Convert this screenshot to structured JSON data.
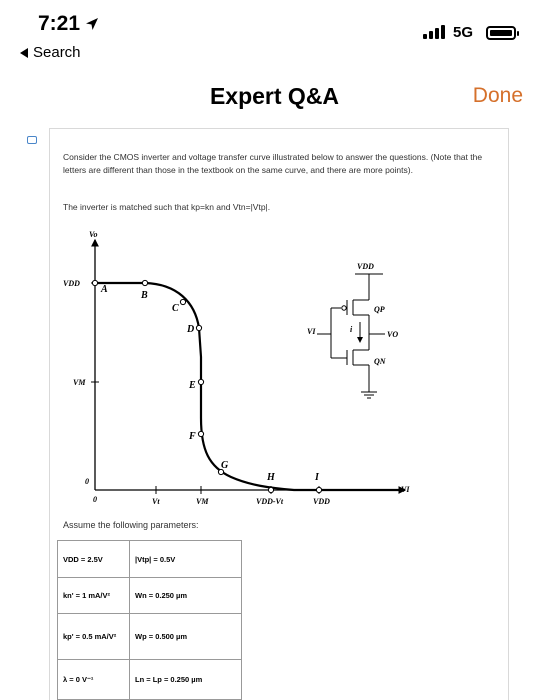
{
  "status_bar": {
    "time": "7:21",
    "back_label": "Search",
    "network": "5G"
  },
  "nav": {
    "title": "Expert Q&A",
    "done_label": "Done",
    "accent_color": "#d5702b"
  },
  "question": {
    "line1": "Consider the CMOS inverter and voltage transfer curve illustrated below to answer the questions. (Note that the letters are different than those in the textbook on the same curve, and there are more points).",
    "line2": "The inverter is matched such that kp=kn and Vtn=|Vtp|."
  },
  "figure": {
    "axis_labels": {
      "y": "Vo",
      "x": "VI",
      "vdd": "VDD",
      "vm": "VM",
      "zero_y": "0",
      "zero_x": "0"
    },
    "x_ticks": [
      "Vt",
      "VM",
      "VDD-Vt",
      "VDD"
    ],
    "points": [
      "A",
      "B",
      "C",
      "D",
      "E",
      "F",
      "G",
      "H",
      "I"
    ],
    "schematic": {
      "supply": "VDD",
      "pmos": "QP",
      "nmos": "QN",
      "input": "VI",
      "output": "VO",
      "current": "i"
    }
  },
  "params": {
    "label": "Assume the following parameters:",
    "rows": [
      [
        "VDD = 2.5V",
        "|Vtp| = 0.5V"
      ],
      [
        "kn' = 1 mA/V²",
        "Wn = 0.250 µm"
      ],
      [
        "kp' = 0.5 mA/V²",
        "Wp = 0.500 µm"
      ],
      [
        "λ = 0 V⁻¹",
        "Ln = Lp = 0.250 µm"
      ]
    ]
  }
}
